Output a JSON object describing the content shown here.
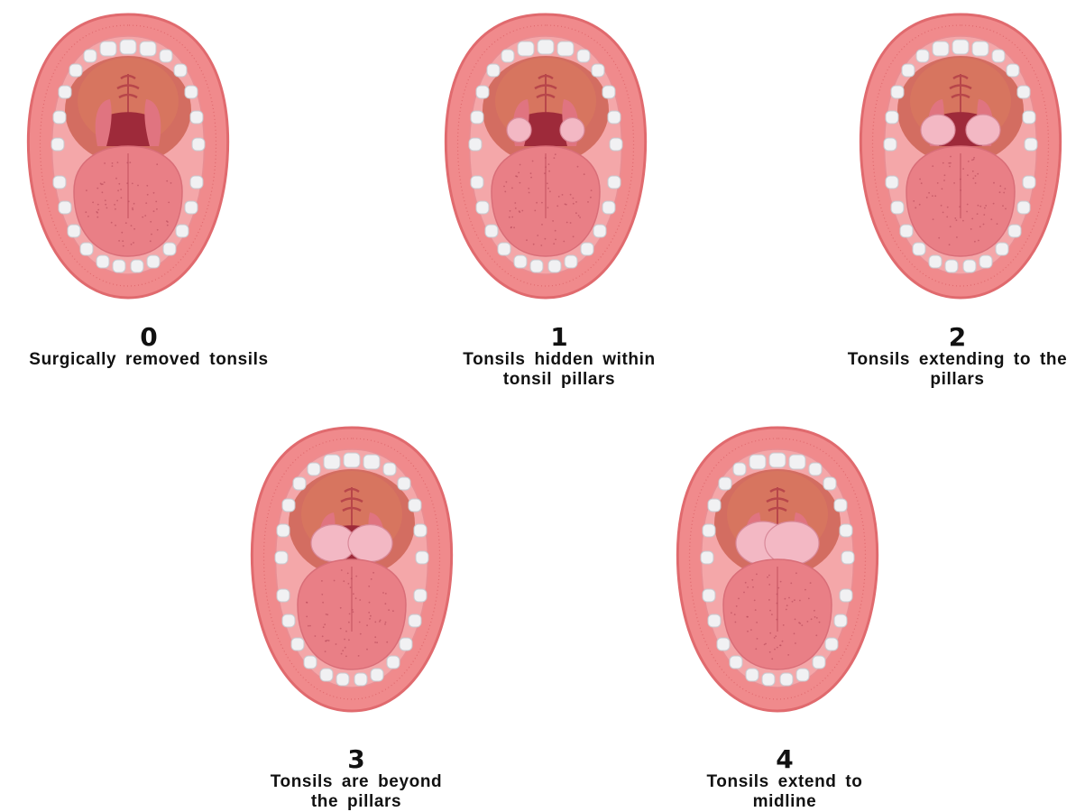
{
  "colors": {
    "lip": "#f08a8c",
    "lip_dark": "#e06a6e",
    "throat": "#c85a4a",
    "tongue": "#e97f86",
    "tooth": "#f1f1f3",
    "tonsil": "#f3b8c4",
    "cavity": "#9e2a3a"
  },
  "grades": [
    {
      "grade": "0",
      "description": [
        "Surgically removed tonsils"
      ],
      "tonsil_size": 0.0
    },
    {
      "grade": "1",
      "description": [
        "Tonsils hidden within",
        "tonsil pillars"
      ],
      "tonsil_size": 0.25
    },
    {
      "grade": "2",
      "description": [
        "Tonsils extending to the",
        "pillars"
      ],
      "tonsil_size": 0.5
    },
    {
      "grade": "3",
      "description": [
        "Tonsils are beyond",
        "the pillars"
      ],
      "tonsil_size": 0.75
    },
    {
      "grade": "4",
      "description": [
        "Tonsils extend to",
        "midline"
      ],
      "tonsil_size": 1.0
    }
  ]
}
